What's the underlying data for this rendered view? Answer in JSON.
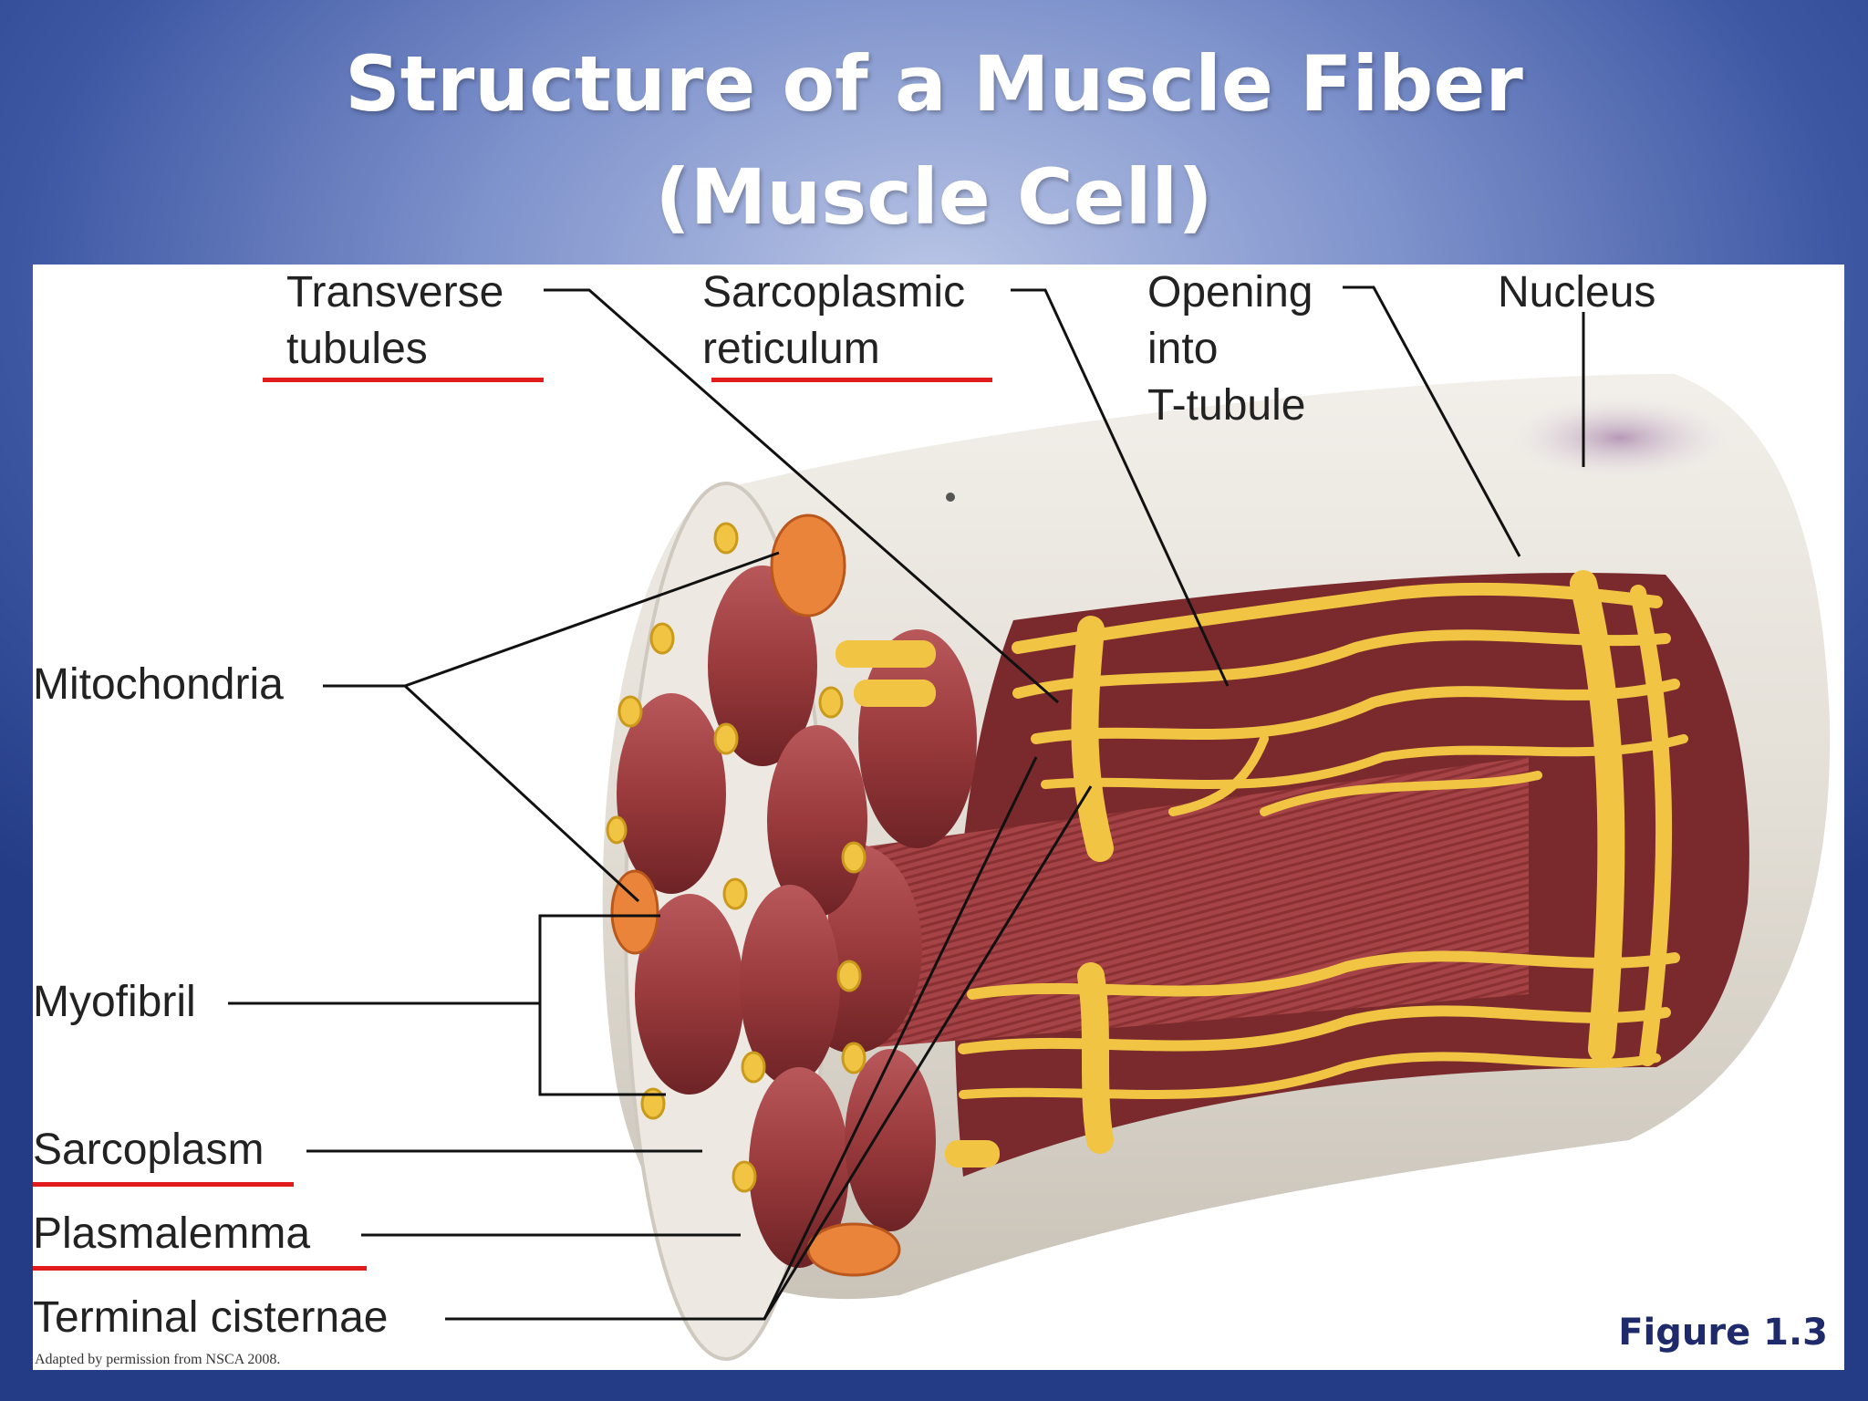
{
  "title": {
    "line1": "Structure of a Muscle Fiber",
    "line2": "(Muscle Cell)"
  },
  "labels": {
    "transverse_tubules": [
      "Transverse",
      "tubules"
    ],
    "sarcoplasmic_reticulum": [
      "Sarcoplasmic",
      "reticulum"
    ],
    "opening_into_t_tubule": [
      "Opening",
      "into",
      "T-tubule"
    ],
    "nucleus": "Nucleus",
    "mitochondria": "Mitochondria",
    "myofibril": "Myofibril",
    "sarcoplasm": "Sarcoplasm",
    "plasmalemma": "Plasmalemma",
    "terminal_cisternae": "Terminal cisternae"
  },
  "figure_number": "Figure 1.3",
  "credit": "Adapted by permission from NSCA 2008.",
  "colors": {
    "background": "#2f4a98",
    "underline": "#e11b1b",
    "myofibril": "#9c3b3d",
    "reticulum": "#f3c74a",
    "mitochondria": "#e9843a",
    "membrane": "#e7e2da"
  }
}
